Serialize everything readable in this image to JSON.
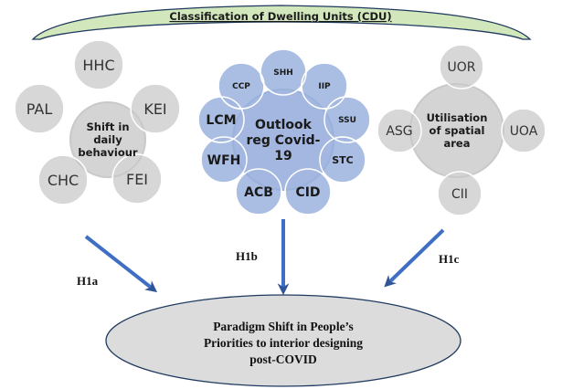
{
  "banner": {
    "title": "Classification of Dwelling Units (CDU)",
    "fill": "#d3e7bd",
    "stroke": "#1f3a5f"
  },
  "groups": [
    {
      "id": "daily-behaviour",
      "center_lines": [
        "Shift in",
        "daily",
        "behaviour"
      ],
      "color": "#d4d4d4",
      "satellites": [
        "HHC",
        "KEI",
        "FEI",
        "CHC",
        "PAL"
      ]
    },
    {
      "id": "outlook-covid",
      "center_lines": [
        "Outlook",
        "reg Covid-",
        "19"
      ],
      "color": "#a3b7e0",
      "satellites": [
        "SHH",
        "IIP",
        "SSU",
        "STC",
        "CID",
        "ACB",
        "WFH",
        "LCM",
        "CCP"
      ]
    },
    {
      "id": "spatial-area",
      "center_lines": [
        "Utilisation",
        "of spatial",
        "area"
      ],
      "color": "#d4d4d4",
      "satellites": [
        "UOR",
        "UOA",
        "CII",
        "ASG"
      ]
    }
  ],
  "hypotheses": [
    "H1a",
    "H1b",
    "H1c"
  ],
  "arrow_color": "#3f6fc4",
  "outcome": {
    "lines": [
      "Paradigm Shift in People’s",
      "Priorities to interior designing",
      "post-COVID"
    ],
    "fill": "#dcdcdc",
    "stroke": "#1f3a5f"
  }
}
